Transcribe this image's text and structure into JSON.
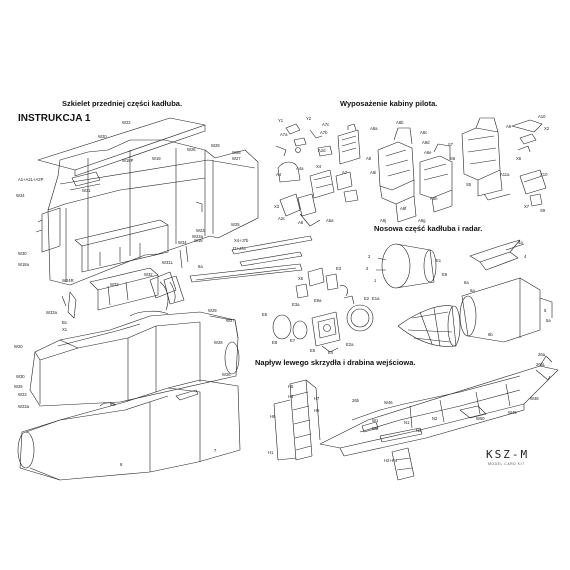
{
  "title": "INSTRUKCJA 1",
  "sections": {
    "frame": "Szkielet przedniej części kadłuba.",
    "cockpit": "Wyposażenie kabiny pilota.",
    "nose": "Nosowa część kadłuba i radar.",
    "wing": "Napływ lewego skrzydła i drabina wejściowa."
  },
  "brand": {
    "logo": "KSZ-M",
    "tagline": "MODEL CARD KIT"
  },
  "labels": {
    "frame": [
      "W22",
      "W20",
      "W26",
      "W28",
      "W29",
      "W27",
      "W19",
      "W18P",
      "A1+A2L+A2P",
      "W21",
      "W24",
      "W30",
      "W18a",
      "W25",
      "W23",
      "W23a",
      "W34",
      "W18",
      "W31L",
      "W33",
      "W32",
      "W24R",
      "W33a",
      "B1",
      "X1",
      "6a"
    ],
    "front_section": [
      "W29",
      "W27",
      "W20",
      "W28",
      "W26",
      "W23a",
      "W25",
      "W23",
      "W30"
    ],
    "lower_section": [
      "8a",
      "8",
      "7"
    ],
    "cockpit": [
      "Y1",
      "Y2",
      "A7c",
      "A7b",
      "A7a",
      "A2d",
      "A4a",
      "A4",
      "X4",
      "A7",
      "A5a",
      "X3",
      "A6",
      "A2c",
      "A8b",
      "A8c",
      "A8a",
      "A8",
      "A8d",
      "A8e",
      "A8i",
      "A8f",
      "A8g",
      "A8h",
      "A8j",
      "S7",
      "S6",
      "A9",
      "A10",
      "X2",
      "X10",
      "S9",
      "A11a",
      "S5",
      "X6",
      "X7"
    ],
    "nose": [
      "4a",
      "4",
      "2",
      "3",
      "1",
      "E1",
      "E2",
      "E3",
      "E9",
      "E6",
      "E7",
      "E8",
      "E5",
      "E4",
      "E1a",
      "E3a",
      "E2a",
      "E9a",
      "X5",
      "J7+J7a",
      "X4+J7b",
      "6a",
      "5",
      "5a",
      "6b",
      "6a"
    ],
    "wing": [
      "H5",
      "H6",
      "H7",
      "H8",
      "H9",
      "H2+H4",
      "H1",
      "W2",
      "W1",
      "W46",
      "W50",
      "W48",
      "W49",
      "N1",
      "N2",
      "N3",
      "26a",
      "26b",
      "26bL"
    ]
  }
}
